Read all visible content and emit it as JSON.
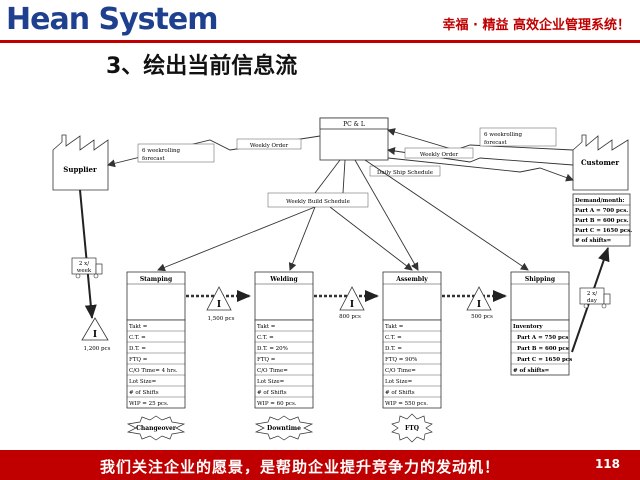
{
  "header": {
    "logo": "Hean System",
    "slogan": "幸福 · 精益  高效企业管理系统！"
  },
  "title": "3、绘出当前信息流",
  "footer": {
    "text": "我们关注企业的愿景，是帮助企业提升竞争力的发动机！",
    "page_number": "118"
  },
  "diagram": {
    "pcl": "PC & L",
    "supplier": "Supplier",
    "customer": "Customer",
    "forecast_left_1": "6 weekrolling",
    "forecast_left_2": "forecast",
    "weekly_order_left": "Weekly Order",
    "forecast_right_1": "6 weekrolling",
    "forecast_right_2": "forecast",
    "weekly_order_right": "Weekly Order",
    "daily_ship": "Daily Ship Schedule",
    "weekly_build": "Weekly Build Schedule",
    "truck_left_1": "2 x/",
    "truck_left_2": "week",
    "truck_right_1": "2 x/",
    "truck_right_2": "day",
    "inv_supplier_label": "I",
    "inv_supplier_qty": "1,200 pcs",
    "inv_1_label": "I",
    "inv_1_qty": "1,500 pcs",
    "inv_2_label": "I",
    "inv_2_qty": "800 pcs",
    "inv_3_label": "I",
    "inv_3_qty": "500 pcs",
    "customer_box": [
      "Demand/month:",
      "Part A = 700 pcs.",
      "Part B = 600 pcs.",
      "Part C = 1650 pcs.",
      "# of shifts="
    ],
    "processes": [
      {
        "name": "Stamping",
        "rows": [
          "Takt =",
          "C.T. =",
          "D.T. =",
          "FTQ =",
          "C/O Time= 4 hrs.",
          "Lot Size=",
          "# of Shifts",
          "WIP = 25 pcs."
        ],
        "burst": "Changeover"
      },
      {
        "name": "Welding",
        "rows": [
          "Takt =",
          "C.T. =",
          "D.T. = 20%",
          "FTQ =",
          "C/O Time=",
          "Lot Size=",
          "# of Shifts",
          "WIP = 60 pcs."
        ],
        "burst": "Downtime"
      },
      {
        "name": "Assembly",
        "rows": [
          "Takt =",
          "C.T. =",
          "D.T. =",
          "FTQ = 90%",
          "C/O Time=",
          "Lot Size=",
          "# of Shifts",
          "WIP = 550 pcs."
        ],
        "burst": "FTQ"
      }
    ],
    "shipping": {
      "name": "Shipping",
      "rows": [
        "Inventory",
        "Part A = 750 pcs",
        "Part B = 600 pcs",
        "Part C = 1650 pcs",
        "# of shifts="
      ]
    }
  }
}
